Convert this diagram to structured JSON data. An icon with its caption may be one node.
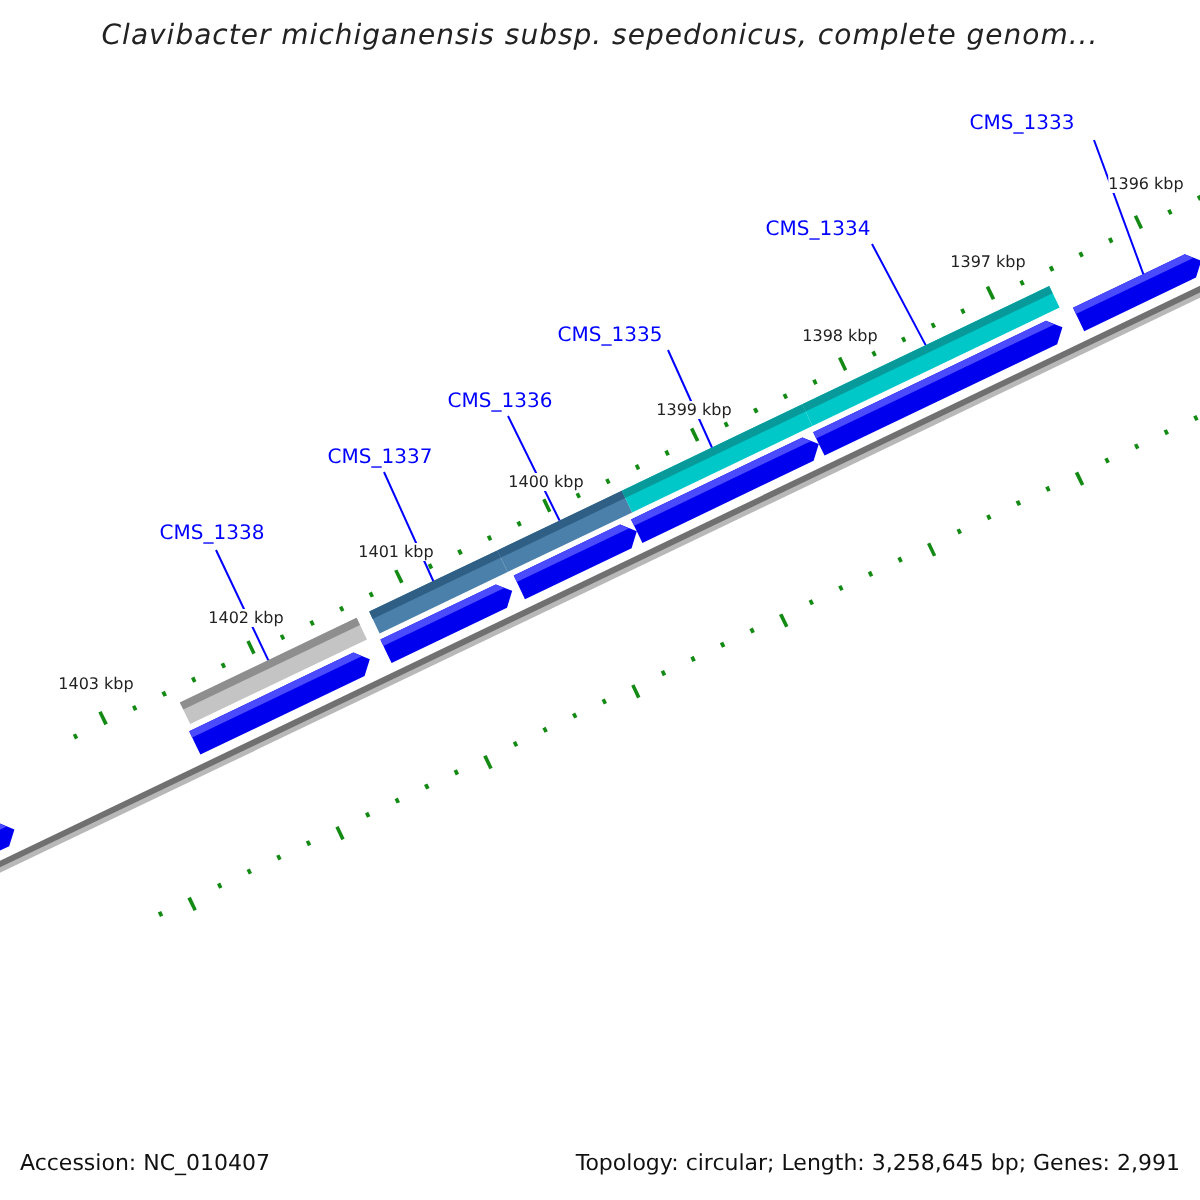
{
  "diagram": {
    "title": "Clavibacter michiganensis subsp. sepedonicus, complete genom...",
    "nodes": [
      {
        "text": [
          "CMS_1333"
        ]
      },
      {
        "text": [
          "CMS_1334"
        ]
      },
      {
        "text": [
          "CMS_1335"
        ]
      },
      {
        "text": [
          "CMS_1336"
        ]
      },
      {
        "text": [
          "CMS_1337"
        ]
      },
      {
        "text": [
          "CMS_1338"
        ]
      },
      {
        "text": [],
        "shape": "bar"
      },
      {
        "text": [],
        "shape": "bar"
      },
      {
        "text": [],
        "shape": "bar"
      },
      {
        "text": [],
        "shape": "bar"
      },
      {
        "text": [],
        "shape": "bar"
      },
      {
        "text": [],
        "shape": "bar"
      },
      {
        "text": [],
        "shape": "bar"
      },
      {
        "text": [],
        "shape": "bar"
      },
      {
        "text": [],
        "shape": "bar"
      },
      {
        "text": [],
        "shape": "bar"
      },
      {
        "text": [],
        "shape": "bar"
      },
      {
        "text": [],
        "shape": "bar"
      }
    ],
    "edges": [
      {
        "from": 0,
        "to": 11,
        "arrow": "none"
      },
      {
        "from": 1,
        "to": 10,
        "arrow": "none"
      },
      {
        "from": 2,
        "to": 9,
        "arrow": "none"
      },
      {
        "from": 3,
        "to": 8,
        "arrow": "none"
      },
      {
        "from": 4,
        "to": 7,
        "arrow": "none"
      },
      {
        "from": 5,
        "to": 6,
        "arrow": "none"
      }
    ],
    "labels": [
      "1396 kbp",
      "1397 kbp",
      "1398 kbp",
      "1399 kbp",
      "1400 kbp",
      "1401 kbp",
      "1402 kbp",
      "1403 kbp",
      "Accession: NC_010407",
      "Topology: circular; Length: 3,258,645 bp; Genes: 2,991"
    ]
  }
}
